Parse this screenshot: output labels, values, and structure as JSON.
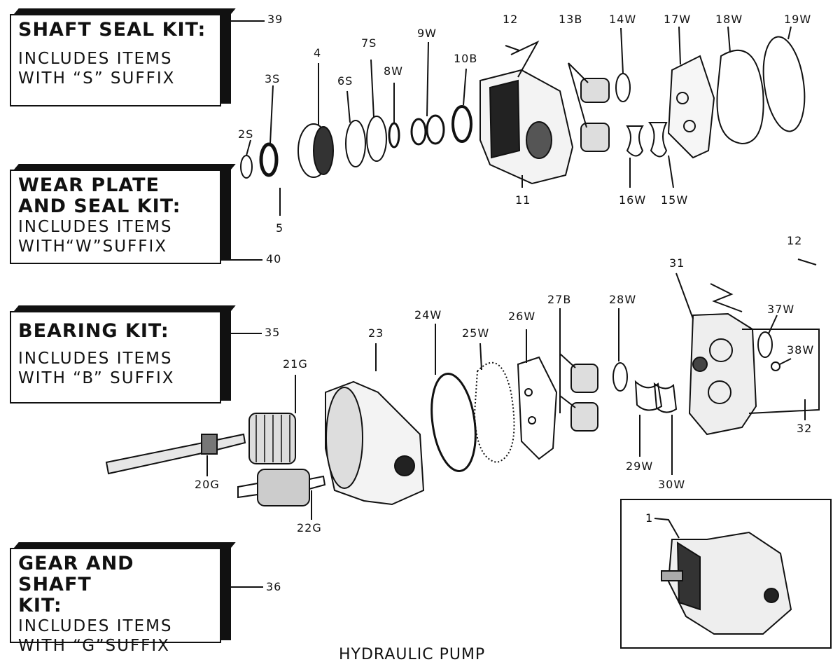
{
  "kits": [
    {
      "id": "shaft-seal",
      "title": "SHAFT SEAL KIT:",
      "desc": "INCLUDES  ITEMS\nWITH “S” SUFFIX",
      "number": "39"
    },
    {
      "id": "wear-plate",
      "title": "WEAR PLATE\nAND SEAL KIT:",
      "desc": "INCLUDES  ITEMS\nWITH“W”SUFFIX",
      "number": "40"
    },
    {
      "id": "bearing",
      "title": "BEARING KIT:",
      "desc": "INCLUDES  ITEMS\nWITH “B” SUFFIX",
      "number": "35"
    },
    {
      "id": "gear-shaft",
      "title": "GEAR AND SHAFT\nKIT:",
      "desc": "INCLUDES  ITEMS\nWITH “G”SUFFIX",
      "number": "36"
    }
  ],
  "labels": {
    "l2s": "2S",
    "l3s": "3S",
    "l4": "4",
    "l5": "5",
    "l6s": "6S",
    "l7s": "7S",
    "l8w": "8W",
    "l9w": "9W",
    "l10b": "10B",
    "l11": "11",
    "l12a": "12",
    "l13b": "13B",
    "l14w": "14W",
    "l15w": "15W",
    "l16w": "16W",
    "l17w": "17W",
    "l18w": "18W",
    "l19w": "19W",
    "l12b": "12",
    "l31": "31",
    "l37w": "37W",
    "l38w": "38W",
    "l32": "32",
    "l28w": "28W",
    "l27b": "27B",
    "l26w": "26W",
    "l25w": "25W",
    "l24w": "24W",
    "l23": "23",
    "l21g": "21G",
    "l20g": "20G",
    "l22g": "22G",
    "l29w": "29W",
    "l30w": "30W",
    "l1": "1"
  },
  "caption": "HYDRAULIC PUMP"
}
